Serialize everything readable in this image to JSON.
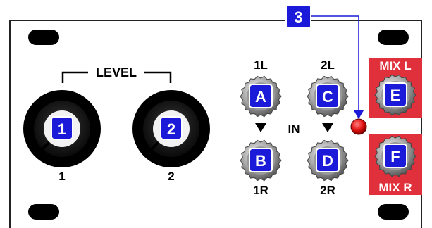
{
  "panel": {
    "level_label": "LEVEL",
    "in_label": "IN"
  },
  "knobs": [
    {
      "badge": "1",
      "label": "1"
    },
    {
      "badge": "2",
      "label": "2"
    }
  ],
  "jacks": {
    "A": {
      "badge": "A",
      "label": "1L"
    },
    "B": {
      "badge": "B",
      "label": "1R"
    },
    "C": {
      "badge": "C",
      "label": "2L"
    },
    "D": {
      "badge": "D",
      "label": "2R"
    },
    "E": {
      "badge": "E",
      "label": "MIX L"
    },
    "F": {
      "badge": "F",
      "label": "MIX R"
    }
  },
  "led": {
    "badge": "3",
    "color": "#e01010"
  },
  "colors": {
    "badge_blue": "#1a1ad8",
    "output_red": "#e0303c",
    "callout_line": "#1a1ad8",
    "panel_border": "#222222"
  },
  "arrows": [
    "down-triangle",
    "down-triangle"
  ]
}
